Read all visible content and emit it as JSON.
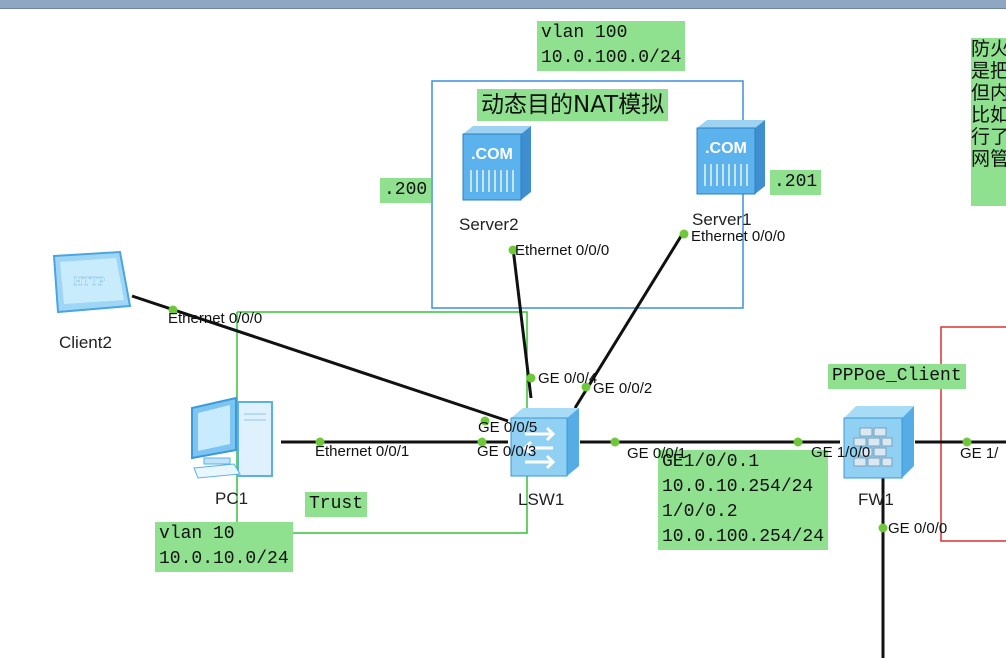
{
  "notes": {
    "vlan100": "vlan 100\n10.0.100.0/24",
    "title": "动态目的NAT模拟",
    "server2_ip": ".200",
    "server1_ip": ".201",
    "pppoe_client": "PPPoe_Client",
    "trust": "Trust",
    "vlan10": "vlan 10\n10.0.10.0/24",
    "fw_config": "GE1/0/0.1\n10.0.10.254/24\n1/0/0.2\n10.0.100.254/24",
    "side_text": "防火\n是把\n但内\n比如\n行了\n网管"
  },
  "devices": {
    "server2": "Server2",
    "server1": "Server1",
    "client2": "Client2",
    "pc1": "PC1",
    "lsw1": "LSW1",
    "fw1": "FW1"
  },
  "ports": {
    "server2_eth": "Ethernet 0/0/0",
    "server1_eth": "Ethernet 0/0/0",
    "client2_eth": "Ethernet 0/0/0",
    "pc1_eth": "Ethernet 0/0/1",
    "lsw_ge004": "GE 0/0/4",
    "lsw_ge002": "GE 0/0/2",
    "lsw_ge005": "GE 0/0/5",
    "lsw_ge003": "GE 0/0/3",
    "lsw_ge001": "GE 0/0/1",
    "fw_ge100": "GE 1/0/0",
    "fw_ge101": "GE 1/",
    "fw_ge000": "GE 0/0/0"
  },
  "icons": {
    "server": "server-com-icon",
    "client": "http-client-icon",
    "pc": "pc-icon",
    "switch": "switch-icon",
    "firewall": "firewall-icon"
  },
  "colors": {
    "label_bg": "#8fe08f",
    "blue_area": "#3b8fe0",
    "green_area": "#35c435",
    "red_area": "#e03030",
    "link": "#111111",
    "port_dot": "#6ec83a"
  }
}
